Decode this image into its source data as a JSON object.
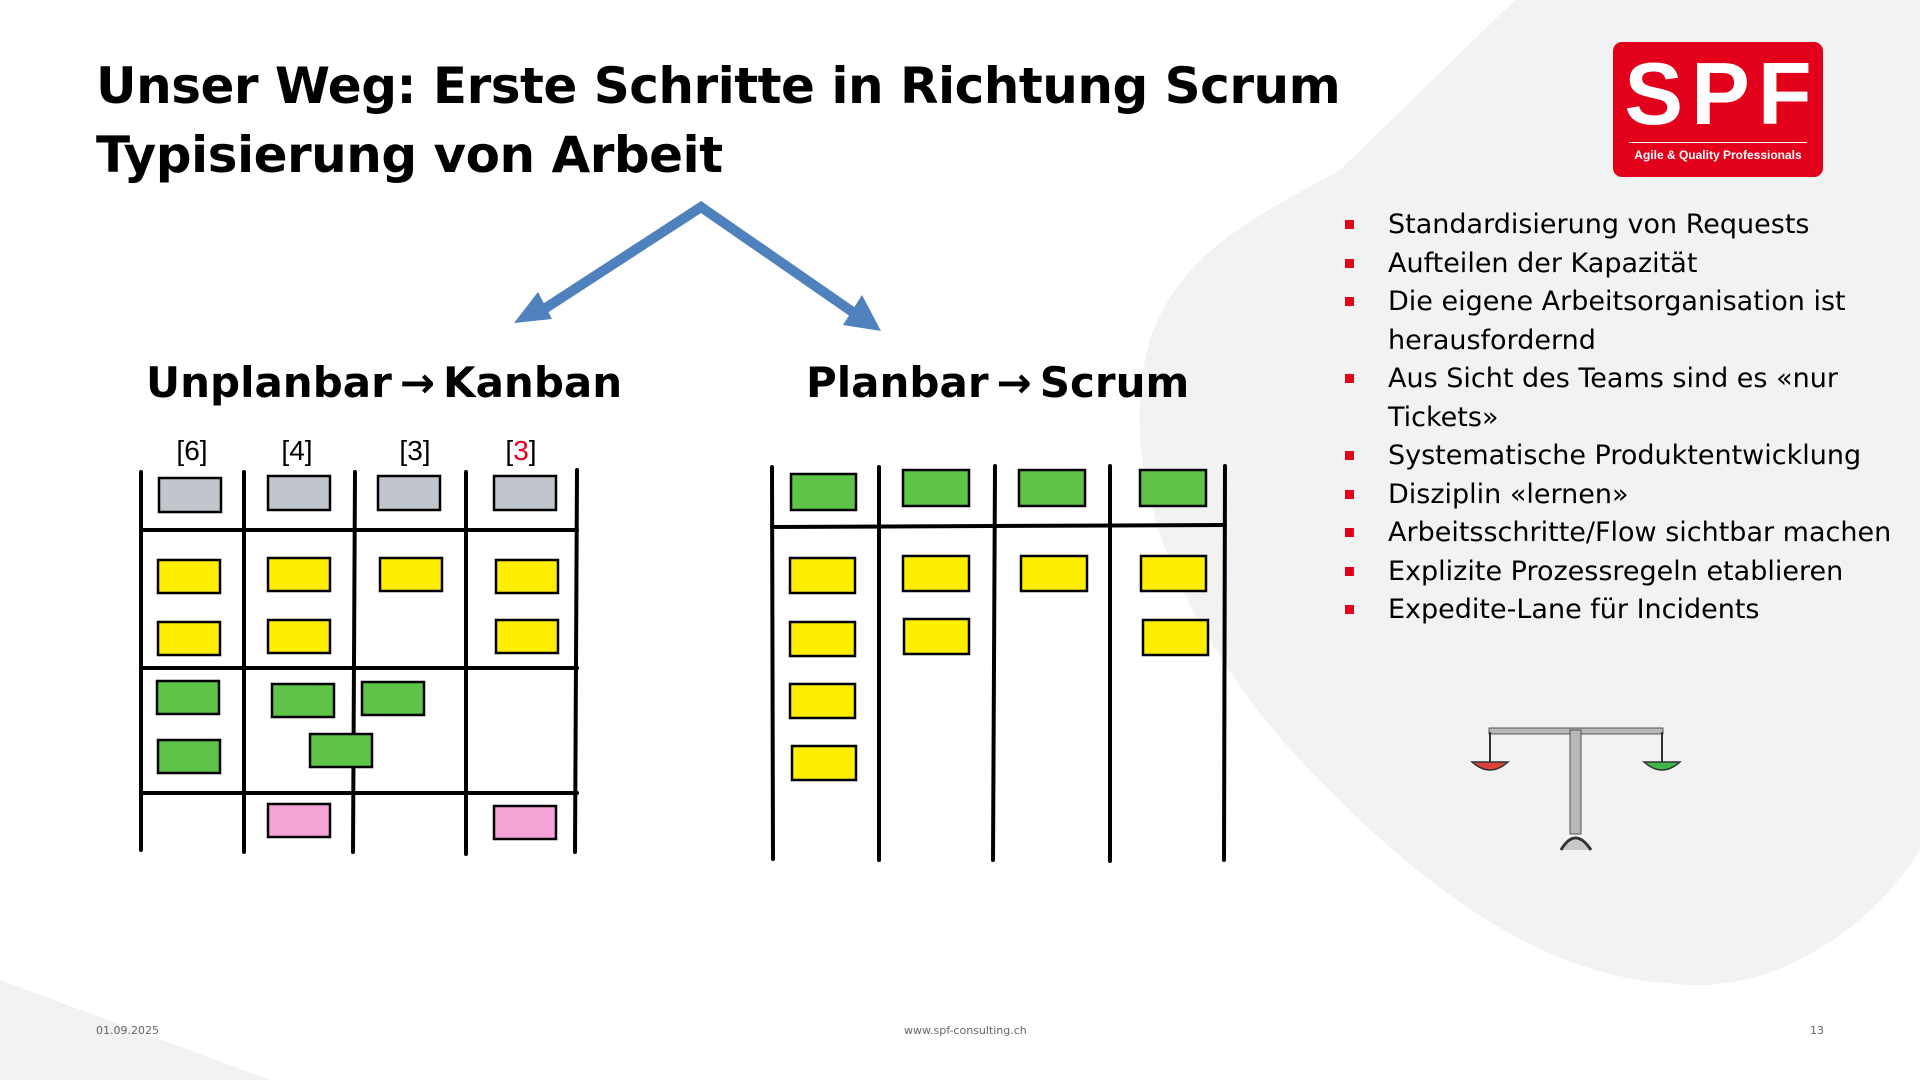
{
  "slide": {
    "title_line1": "Unser Weg: Erste Schritte in Richtung Scrum",
    "title_line2": "Typisierung von Arbeit"
  },
  "logo": {
    "text": "SPF",
    "tagline": "Agile & Quality Professionals"
  },
  "left": {
    "label": "Unplanbar",
    "arrow": "→",
    "target": "Kanban"
  },
  "right": {
    "label": "Planbar",
    "arrow": "→",
    "target": "Scrum"
  },
  "kanban": {
    "wip_limits": [
      "[6]",
      "[4]",
      "[3]",
      "[3]"
    ],
    "wip_colors": [
      "#000000",
      "#000000",
      "#000000",
      "#e2001a"
    ]
  },
  "bullets": [
    "Standardisierung von Requests",
    "Aufteilen der Kapazität",
    "Die eigene Arbeitsorganisation ist herausfordernd",
    "Aus Sicht des Teams sind es «nur Tickets»",
    "Systematische Produktentwicklung",
    "Disziplin «lernen»",
    "Arbeitsschritte/Flow sichtbar machen",
    "Explizite Prozessregeln etablieren",
    "Expedite-Lane für Incidents"
  ],
  "footer": {
    "date": "01.09.2025",
    "url": "www.spf-consulting.ch",
    "page": "13"
  },
  "colors": {
    "accent": "#e2001a",
    "arrow_blue": "#4f81bd",
    "sticky_yellow": "#ffee00",
    "sticky_green": "#5ec347",
    "sticky_pink": "#f5a3d6",
    "sticky_grey": "#c0c6cc"
  },
  "icons": [
    "branch-arrow-icon",
    "balance-scale-icon"
  ]
}
